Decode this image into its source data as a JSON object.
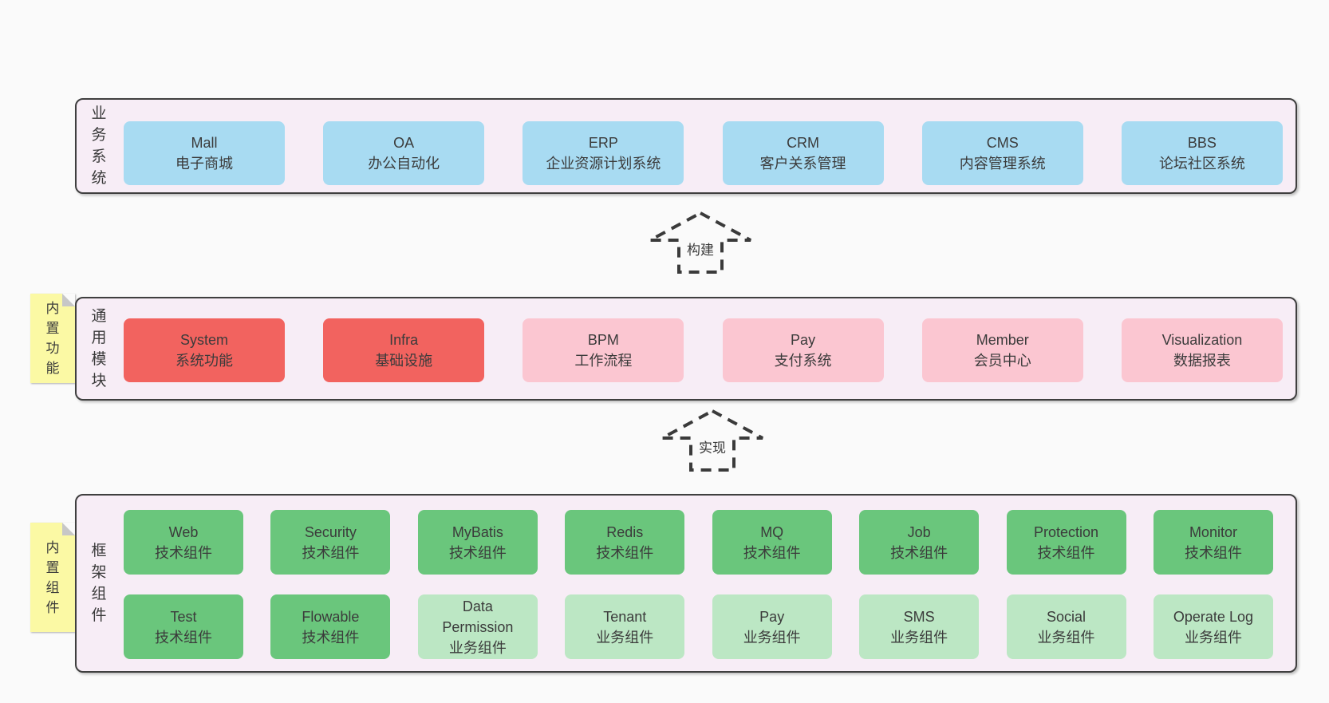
{
  "colors": {
    "page_bg": "#fafafa",
    "panel_bg": "#f7edf6",
    "panel_border": "#3f3f3f",
    "blue": "#a8dbf2",
    "red": "#f2635f",
    "pink": "#fbc6d1",
    "green": "#6ac67c",
    "light_green": "#bce7c4",
    "note_yellow": "#fbf9a4",
    "text": "#3b3b3b"
  },
  "layers": [
    {
      "label": "业务系统",
      "boxes": [
        {
          "title": "Mall",
          "subtitle": "电子商城"
        },
        {
          "title": "OA",
          "subtitle": "办公自动化"
        },
        {
          "title": "ERP",
          "subtitle": "企业资源计划系统"
        },
        {
          "title": "CRM",
          "subtitle": "客户关系管理"
        },
        {
          "title": "CMS",
          "subtitle": "内容管理系统"
        },
        {
          "title": "BBS",
          "subtitle": "论坛社区系统"
        }
      ]
    },
    {
      "label": "通用模块",
      "note": "内置功能",
      "boxes": [
        {
          "title": "System",
          "subtitle": "系统功能"
        },
        {
          "title": "Infra",
          "subtitle": "基础设施"
        },
        {
          "title": "BPM",
          "subtitle": "工作流程"
        },
        {
          "title": "Pay",
          "subtitle": "支付系统"
        },
        {
          "title": "Member",
          "subtitle": "会员中心"
        },
        {
          "title": "Visualization",
          "subtitle": "数据报表"
        }
      ]
    },
    {
      "label": "框架组件",
      "note": "内置组件",
      "rows": [
        [
          {
            "title": "Web",
            "subtitle": "技术组件"
          },
          {
            "title": "Security",
            "subtitle": "技术组件"
          },
          {
            "title": "MyBatis",
            "subtitle": "技术组件"
          },
          {
            "title": "Redis",
            "subtitle": "技术组件"
          },
          {
            "title": "MQ",
            "subtitle": "技术组件"
          },
          {
            "title": "Job",
            "subtitle": "技术组件"
          },
          {
            "title": "Protection",
            "subtitle": "技术组件"
          },
          {
            "title": "Monitor",
            "subtitle": "技术组件"
          }
        ],
        [
          {
            "title": "Test",
            "subtitle": "技术组件"
          },
          {
            "title": "Flowable",
            "subtitle": "技术组件"
          },
          {
            "title": "Data Permission",
            "subtitle": "业务组件"
          },
          {
            "title": "Tenant",
            "subtitle": "业务组件"
          },
          {
            "title": "Pay",
            "subtitle": "业务组件"
          },
          {
            "title": "SMS",
            "subtitle": "业务组件"
          },
          {
            "title": "Social",
            "subtitle": "业务组件"
          },
          {
            "title": "Operate Log",
            "subtitle": "业务组件"
          }
        ]
      ]
    }
  ],
  "arrows": [
    {
      "label": "构建"
    },
    {
      "label": "实现"
    }
  ]
}
